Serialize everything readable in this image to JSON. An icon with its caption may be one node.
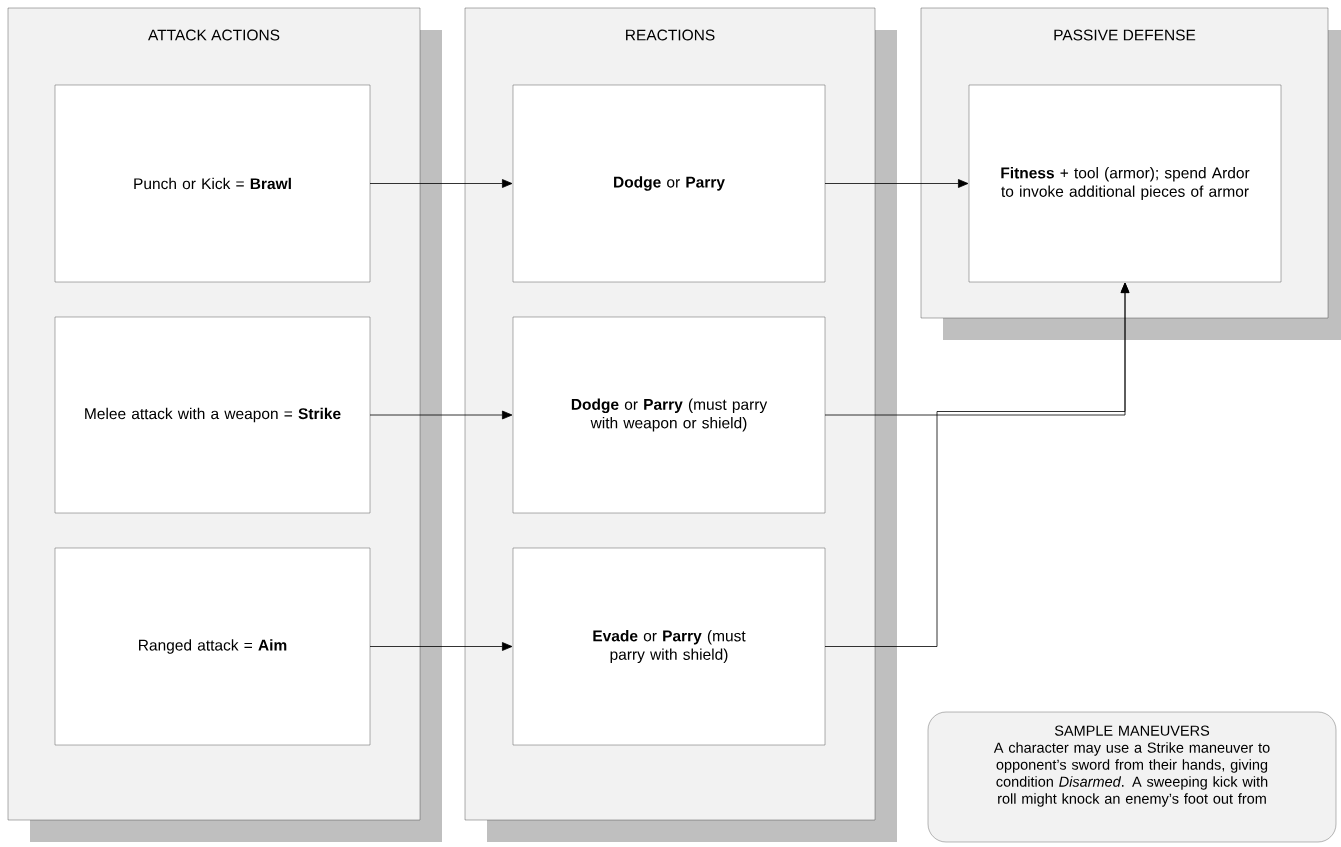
{
  "diagram": {
    "nodes": [
      {
        "text": [
          "ATTACK ACTIONS"
        ]
      },
      {
        "text": [
          "Punch or Kick = **Brawl**"
        ],
        "in": 0
      },
      {
        "text": [
          "Melee attack with a weapon = **Strike**"
        ],
        "in": 0
      },
      {
        "text": [
          "Ranged attack = **Aim**"
        ],
        "in": 0
      },
      {
        "text": [
          "REACTIONS"
        ]
      },
      {
        "text": [
          "**Dodge** or **Parry**"
        ],
        "in": 4
      },
      {
        "text": [
          "**Dodge** or **Parry** (must parry with weapon or shield)"
        ],
        "in": 4
      },
      {
        "text": [
          "**Evade** or **Parry** (must parry with shield)"
        ],
        "in": 4
      },
      {
        "text": [
          "PASSIVE DEFENSE"
        ]
      },
      {
        "text": [
          "**Fitness** + tool (armor); spend Ardor to invoke additional pieces of armor"
        ],
        "in": 8
      },
      {
        "text": [
          "SAMPLE MANEUVERS",
          "A character may use a Strike maneuver to opponent’s sword from their hands, giving condition *Disarmed*. A sweeping kick with roll might knock an enemy’s foot out from"
        ]
      }
    ],
    "edges": [
      {
        "from": 1,
        "to": 5,
        "arrow": "to"
      },
      {
        "from": 2,
        "to": 6,
        "arrow": "to"
      },
      {
        "from": 3,
        "to": 7,
        "arrow": "to"
      },
      {
        "from": 5,
        "to": 9,
        "arrow": "to"
      },
      {
        "from": 6,
        "to": 9,
        "arrow": "to"
      },
      {
        "from": 7,
        "to": 9,
        "arrow": "to"
      }
    ]
  }
}
